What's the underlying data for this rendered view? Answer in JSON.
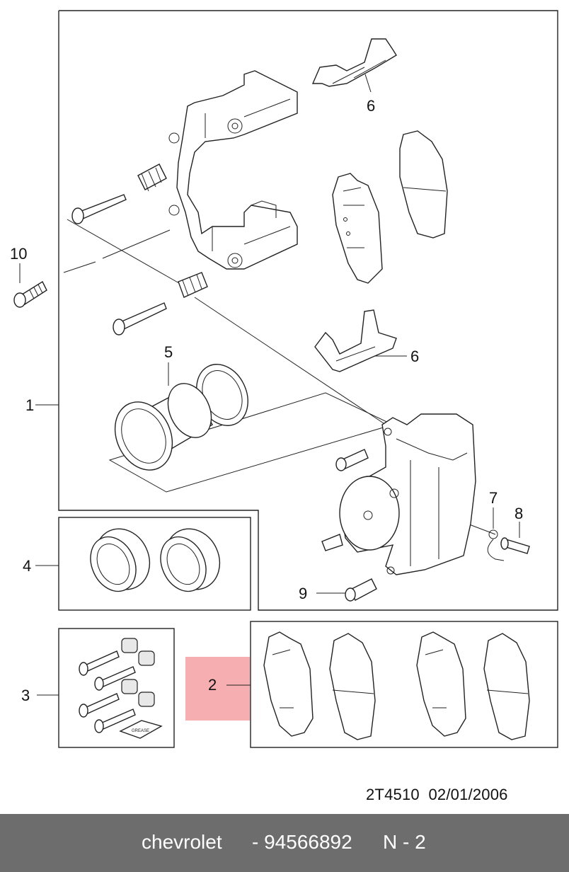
{
  "callouts": [
    {
      "id": "1",
      "text": "1"
    },
    {
      "id": "2",
      "text": "2"
    },
    {
      "id": "3",
      "text": "3"
    },
    {
      "id": "4",
      "text": "4"
    },
    {
      "id": "5",
      "text": "5"
    },
    {
      "id": "6a",
      "text": "6"
    },
    {
      "id": "6b",
      "text": "6"
    },
    {
      "id": "7",
      "text": "7"
    },
    {
      "id": "8",
      "text": "8"
    },
    {
      "id": "9",
      "text": "9"
    },
    {
      "id": "10",
      "text": "10"
    }
  ],
  "grease_label": "GREASE",
  "diagram_code": "2T4510",
  "diagram_date": "02/01/2006",
  "footer": {
    "brand": "chevrolet",
    "part_number": "- 94566892",
    "position": "N - 2"
  },
  "colors": {
    "highlight": "#f4a0a3",
    "footer_bg": "#6d6d6d",
    "footer_text": "#ffffff"
  }
}
